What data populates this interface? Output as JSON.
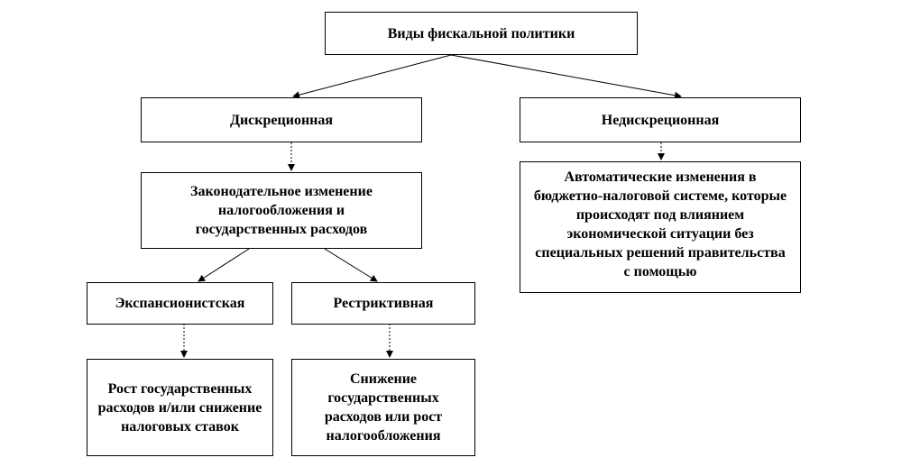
{
  "nodes": {
    "root": "Виды фискальной политики",
    "discretionary": "Дискреционная",
    "nondiscretionary": "Недискреционная",
    "legislative": "Законодательное изменение налогообложения и государственных расходов",
    "automatic": "Автоматические изменения в бюджетно-налоговой системе, которые происходят под влиянием экономической ситуации без специальных решений правительства с помощью",
    "expansionary": "Экспансионистская",
    "restrictive": "Рестриктивная",
    "expansionary_effect": "Рост государственных расходов и/или снижение налоговых ставок",
    "restrictive_effect": "Снижение государственных расходов или рост налогообложения"
  }
}
